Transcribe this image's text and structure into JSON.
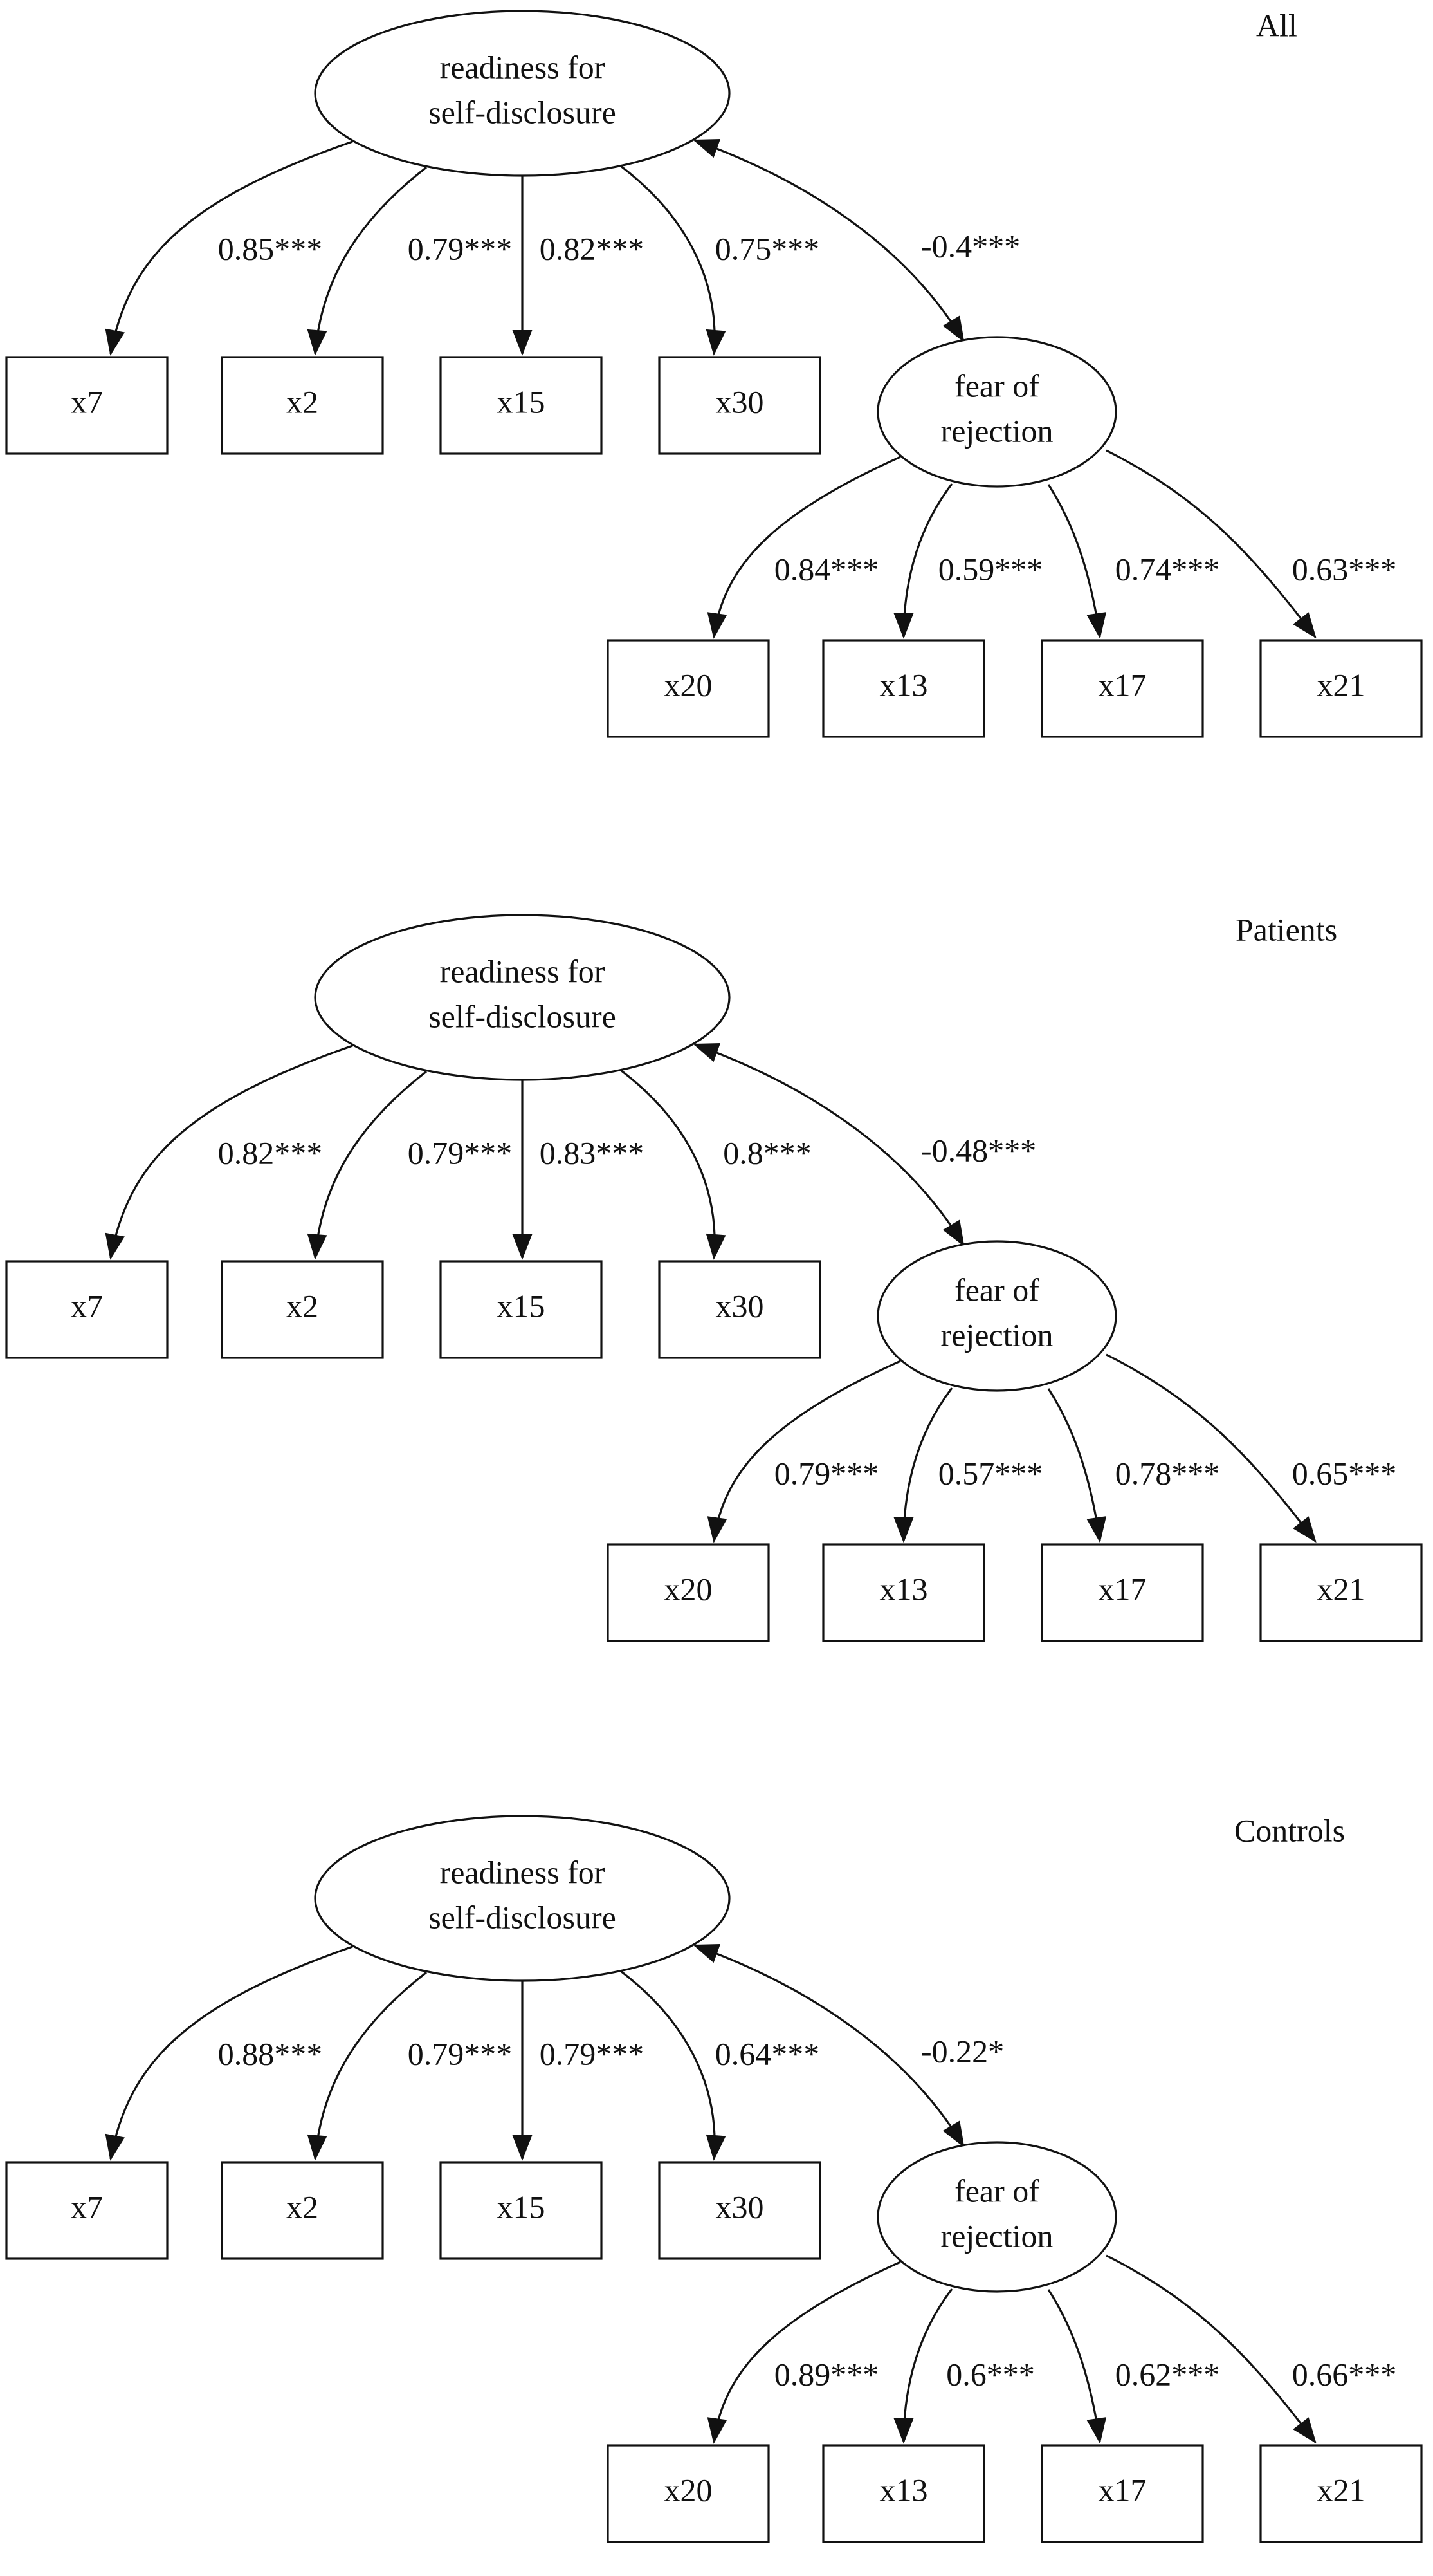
{
  "panels": [
    {
      "title": "All",
      "latents": {
        "readiness": [
          "readiness for",
          "self-disclosure"
        ],
        "fear": [
          "fear of",
          "rejection"
        ]
      },
      "indicators_top": [
        "x7",
        "x2",
        "x15",
        "x30"
      ],
      "indicators_bottom": [
        "x20",
        "x13",
        "x17",
        "x21"
      ],
      "loadings_top": [
        "0.85***",
        "0.79***",
        "0.82***",
        "0.75***"
      ],
      "loadings_bottom": [
        "0.84***",
        "0.59***",
        "0.74***",
        "0.63***"
      ],
      "covariance": "-0.4***"
    },
    {
      "title": "Patients",
      "latents": {
        "readiness": [
          "readiness for",
          "self-disclosure"
        ],
        "fear": [
          "fear of",
          "rejection"
        ]
      },
      "indicators_top": [
        "x7",
        "x2",
        "x15",
        "x30"
      ],
      "indicators_bottom": [
        "x20",
        "x13",
        "x17",
        "x21"
      ],
      "loadings_top": [
        "0.82***",
        "0.79***",
        "0.83***",
        "0.8***"
      ],
      "loadings_bottom": [
        "0.79***",
        "0.57***",
        "0.78***",
        "0.65***"
      ],
      "covariance": "-0.48***"
    },
    {
      "title": "Controls",
      "latents": {
        "readiness": [
          "readiness for",
          "self-disclosure"
        ],
        "fear": [
          "fear of",
          "rejection"
        ]
      },
      "indicators_top": [
        "x7",
        "x2",
        "x15",
        "x30"
      ],
      "indicators_bottom": [
        "x20",
        "x13",
        "x17",
        "x21"
      ],
      "loadings_top": [
        "0.88***",
        "0.79***",
        "0.79***",
        "0.64***"
      ],
      "loadings_bottom": [
        "0.89***",
        "0.6***",
        "0.62***",
        "0.66***"
      ],
      "covariance": "-0.22*"
    }
  ]
}
